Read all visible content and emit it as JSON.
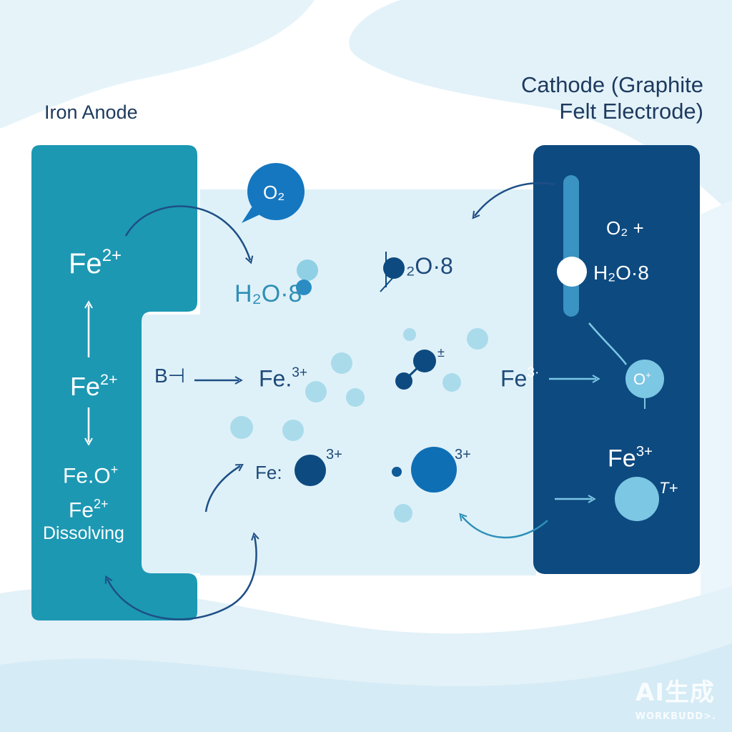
{
  "titles": {
    "anode": "Iron Anode",
    "cathode_line1": "Cathode (Graphite",
    "cathode_line2": "Felt Electrode)"
  },
  "anode_labels": {
    "fe2_top": "Fe",
    "fe2_top_sup": "2+",
    "fe2_mid": "Fe",
    "fe2_mid_sup": "2+",
    "feo": "Fe.O",
    "feo_sup": "+",
    "fe2_bottom": "Fe",
    "fe2_bottom_sup": "2+",
    "dissolving": "Dissolving"
  },
  "middle_labels": {
    "o2_bubble": "O₂",
    "h2o_left": "H₂O·8",
    "h2o_center": "₂O·8",
    "b_label": "B⊣",
    "fe3_left": "Fe.",
    "fe3_left_sup": "3+",
    "dimer_sup": "±",
    "fe_lower": "Fe:",
    "fe_lower_sup": "3+",
    "blob_sup": "3+"
  },
  "cathode_labels": {
    "o2": "O₂ +",
    "h2o": "H₂O·8",
    "fe3_top": "Fe",
    "fe3_top_sup": "3·",
    "o_ion": "O",
    "o_ion_sup": "+",
    "fe3_bottom": "Fe",
    "fe3_bottom_sup": "3+",
    "t_label": "T+"
  },
  "watermark": {
    "main": "AI生成",
    "sub": "WORKBUDD>."
  },
  "colors": {
    "anode": "#1c98b3",
    "cathode": "#0d4a80",
    "electrolyte": "#dff1f8",
    "navy": "#0f4d86",
    "light_dot": "#8fd0e4",
    "mid_blue": "#0f6fb5"
  }
}
